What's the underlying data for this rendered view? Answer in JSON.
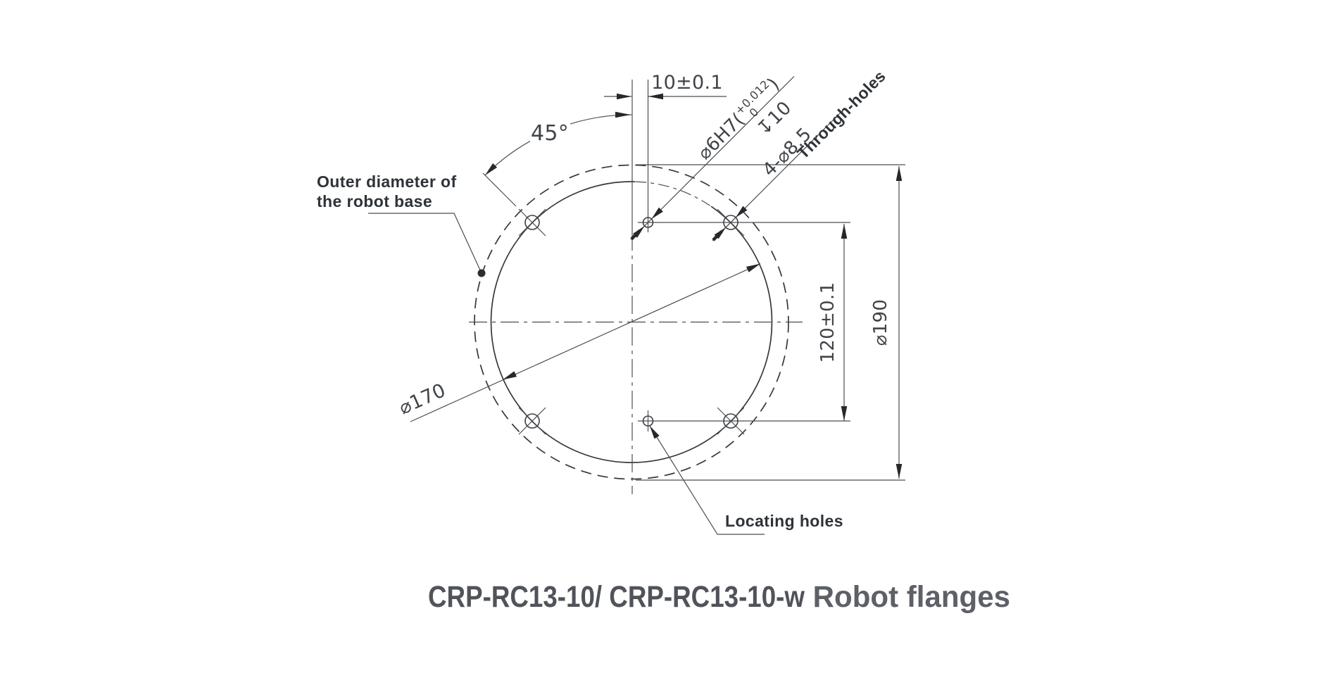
{
  "figure": {
    "type": "engineering-drawing-robot-flange",
    "line_color": "#4a4d51",
    "label_color": "#2e3339",
    "title_color": "#50545a"
  },
  "dims": {
    "offset": "10±0.1",
    "angle": "45°",
    "hole_spacing": "120±0.1",
    "outer_diameter": "⌀190",
    "bolt_circle_diameter": "⌀170",
    "locating_hole_spec_prefix": "⌀6H7(",
    "locating_hole_tol_upper": "+0.012",
    "locating_hole_tol_lower": "0",
    "locating_hole_spec_suffix": ")",
    "locating_hole_depth": "↧10",
    "through_hole_spec": "4-⌀8.5"
  },
  "labels": {
    "outer_diameter_line1": "Outer diameter of",
    "outer_diameter_line2": "the robot base",
    "through_holes": "Through-holes",
    "locating_holes": "Locating holes"
  },
  "title": {
    "models": "CRP-RC13-10/ CRP-RC13-10-w",
    "descriptor": " Robot flanges"
  }
}
